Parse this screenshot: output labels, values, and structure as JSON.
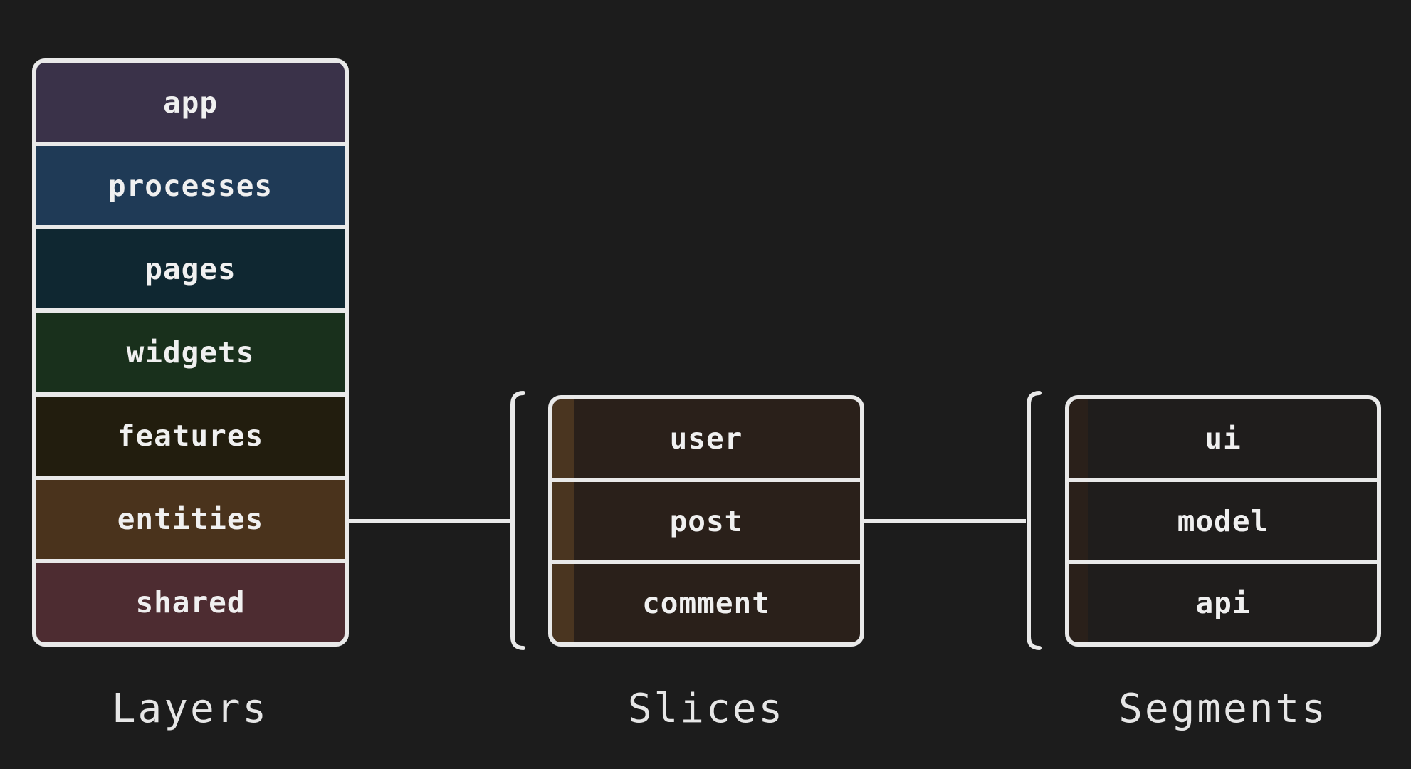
{
  "layers": {
    "caption": "Layers",
    "items": [
      {
        "label": "app",
        "color": "#3a3249"
      },
      {
        "label": "processes",
        "color": "#1f3a56"
      },
      {
        "label": "pages",
        "color": "#0f2731"
      },
      {
        "label": "widgets",
        "color": "#19301c"
      },
      {
        "label": "features",
        "color": "#221d0e"
      },
      {
        "label": "entities",
        "color": "#4a331c"
      },
      {
        "label": "shared",
        "color": "#4d2c31"
      }
    ]
  },
  "slices": {
    "caption": "Slices",
    "items": [
      "user",
      "post",
      "comment"
    ]
  },
  "segments": {
    "caption": "Segments",
    "items": [
      "ui",
      "model",
      "api"
    ]
  }
}
